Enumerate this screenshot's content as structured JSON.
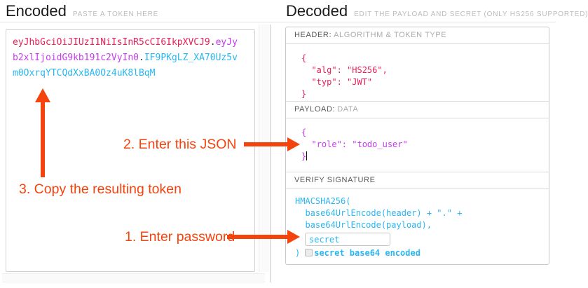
{
  "encoded": {
    "title": "Encoded",
    "subtitle": "PASTE A TOKEN HERE",
    "token_lines": [
      [
        {
          "t": "eyJhbGciOiJIUzI1NiIsInR5cCI6IkpXVCJ9",
          "c": "header"
        },
        {
          "t": ".",
          "c": "dot"
        },
        {
          "t": "eyJy",
          "c": "payload"
        }
      ],
      [
        {
          "t": "b2xlIjoidG9kb191c2VyIn0",
          "c": "payload"
        },
        {
          "t": ".",
          "c": "dot"
        },
        {
          "t": "IF9PKgLZ_XA70Uz5v",
          "c": "signature"
        }
      ],
      [
        {
          "t": "m0OxrqYTCQdXxBA0Oz4uK8lBqM",
          "c": "signature"
        }
      ]
    ]
  },
  "decoded": {
    "title": "Decoded",
    "subtitle": "EDIT THE PAYLOAD AND SECRET (ONLY HS256 SUPPORTED)",
    "sections": {
      "header": {
        "label_strong": "HEADER:",
        "label_light": "ALGORITHM & TOKEN TYPE",
        "json_lines": [
          "{",
          "  \"alg\": \"HS256\",",
          "  \"typ\": \"JWT\"",
          "}"
        ]
      },
      "payload": {
        "label_strong": "PAYLOAD:",
        "label_light": "DATA",
        "json_lines": [
          "{",
          "  \"role\": \"todo_user\"",
          "}"
        ]
      },
      "signature": {
        "label_strong": "VERIFY SIGNATURE",
        "code_lines": [
          "HMACSHA256(",
          "  base64UrlEncode(header) + \".\" +",
          "  base64UrlEncode(payload),"
        ],
        "secret_value": "secret",
        "code_close": ")",
        "checkbox_label": "secret base64 encoded"
      }
    }
  },
  "annotations": {
    "step1": "1. Enter password",
    "step2": "2. Enter this JSON",
    "step3": "3. Copy the resulting token"
  },
  "colors": {
    "token_header": "#e9205a",
    "token_payload": "#c63aef",
    "token_signature": "#29b6f2",
    "annotation_red": "#f5430d"
  }
}
